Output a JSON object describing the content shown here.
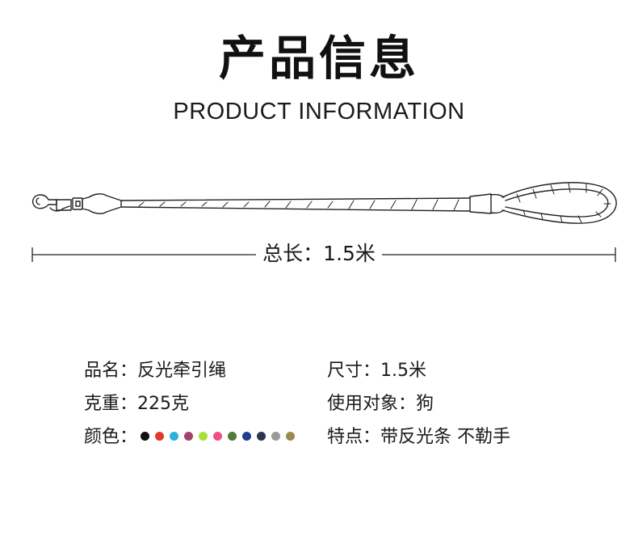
{
  "header": {
    "title_cn": "产品信息",
    "title_en": "PRODUCT INFORMATION"
  },
  "dimension": {
    "length_text": "总长：1.5米"
  },
  "specs": {
    "name": "品名：反光牵引绳",
    "size": "尺寸：1.5米",
    "weight": "克重：225克",
    "target": "使用对象：狗",
    "color_label": "颜色：",
    "feature": "特点：带反光条 不勒手"
  },
  "colors": [
    {
      "name": "black",
      "hex": "#111111"
    },
    {
      "name": "red",
      "hex": "#e23a2a"
    },
    {
      "name": "sky-blue",
      "hex": "#2bb2e0"
    },
    {
      "name": "plum",
      "hex": "#a0426e"
    },
    {
      "name": "lime",
      "hex": "#a8e03a"
    },
    {
      "name": "pink",
      "hex": "#f0508c"
    },
    {
      "name": "olive-green",
      "hex": "#4f7a3a"
    },
    {
      "name": "navy",
      "hex": "#1e3f8f"
    },
    {
      "name": "dark-blue",
      "hex": "#2b3550"
    },
    {
      "name": "gray",
      "hex": "#9a9a9a"
    },
    {
      "name": "khaki",
      "hex": "#9b8a4e"
    }
  ]
}
